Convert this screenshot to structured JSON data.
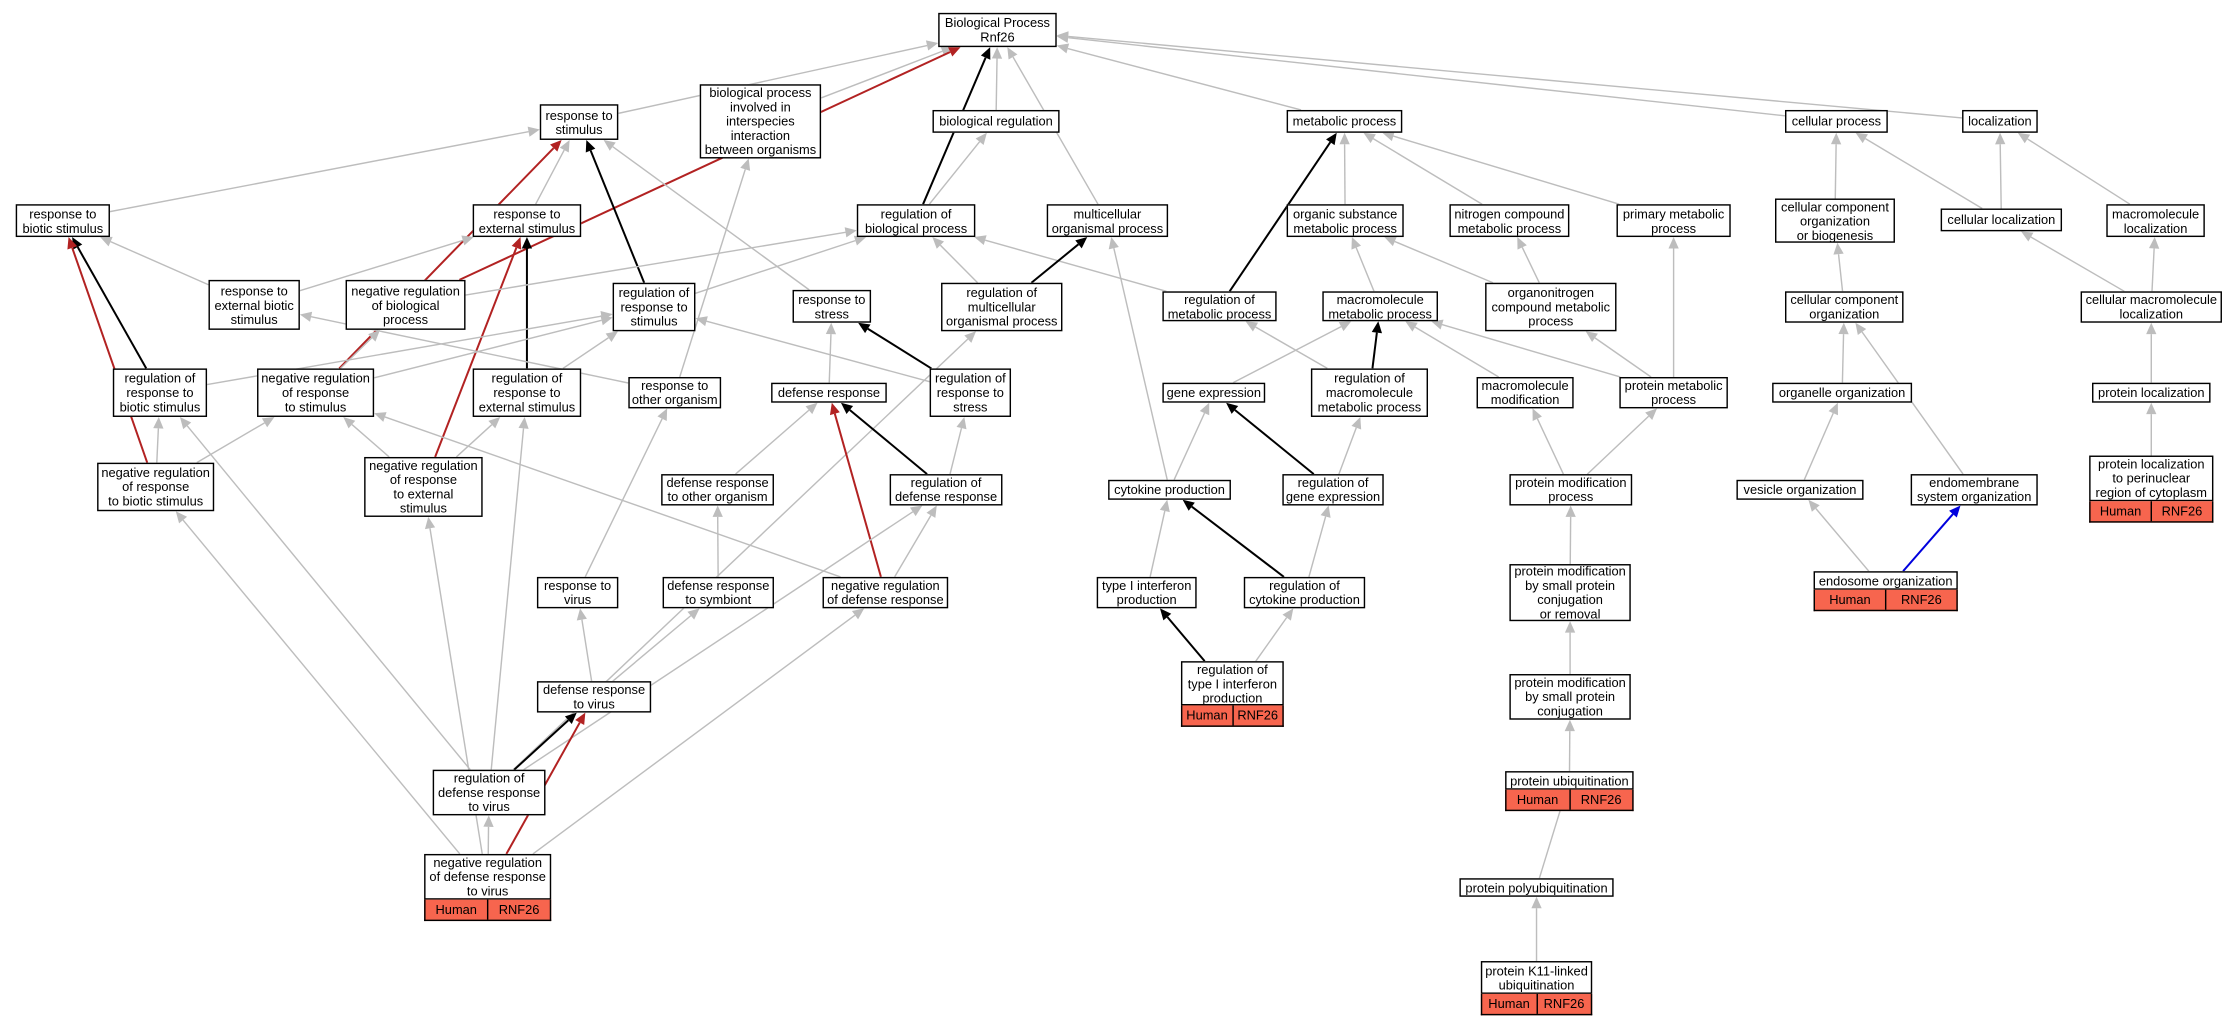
{
  "colors": {
    "edge_gray": "#bdbdbd",
    "edge_black": "#000000",
    "edge_red": "#b22222",
    "edge_blue": "#0000dd",
    "annotation_fill": "#f7654e"
  },
  "nodes": [
    {
      "id": "bp",
      "lines": [
        "Biological Process",
        "Rnf26"
      ]
    },
    {
      "id": "rts",
      "lines": [
        "response to",
        "stimulus"
      ]
    },
    {
      "id": "bpii",
      "lines": [
        "biological process",
        "involved in",
        "interspecies",
        "interaction",
        "between organisms"
      ]
    },
    {
      "id": "breg",
      "lines": [
        "biological regulation"
      ]
    },
    {
      "id": "metab",
      "lines": [
        "metabolic process"
      ]
    },
    {
      "id": "cellp",
      "lines": [
        "cellular process"
      ]
    },
    {
      "id": "loc",
      "lines": [
        "localization"
      ]
    },
    {
      "id": "rtbs",
      "lines": [
        "response to",
        "biotic stimulus"
      ]
    },
    {
      "id": "rtes",
      "lines": [
        "response to",
        "external stimulus"
      ]
    },
    {
      "id": "rbp",
      "lines": [
        "regulation of",
        "biological process"
      ]
    },
    {
      "id": "mop",
      "lines": [
        "multicellular",
        "organismal process"
      ]
    },
    {
      "id": "osmp",
      "lines": [
        "organic substance",
        "metabolic process"
      ]
    },
    {
      "id": "ncmp",
      "lines": [
        "nitrogen compound",
        "metabolic process"
      ]
    },
    {
      "id": "pmp",
      "lines": [
        "primary metabolic",
        "process"
      ]
    },
    {
      "id": "ccob",
      "lines": [
        "cellular component",
        "organization",
        "or biogenesis"
      ]
    },
    {
      "id": "cloc",
      "lines": [
        "cellular localization"
      ]
    },
    {
      "id": "mloc",
      "lines": [
        "macromolecule",
        "localization"
      ]
    },
    {
      "id": "rtebs",
      "lines": [
        "response to",
        "external biotic",
        "stimulus"
      ]
    },
    {
      "id": "nrbp",
      "lines": [
        "negative regulation",
        "of biological",
        "process"
      ]
    },
    {
      "id": "rrts",
      "lines": [
        "regulation of",
        "response to",
        "stimulus"
      ]
    },
    {
      "id": "rtstr",
      "lines": [
        "response to",
        "stress"
      ]
    },
    {
      "id": "rmop",
      "lines": [
        "regulation of",
        "multicellular",
        "organismal process"
      ]
    },
    {
      "id": "rmp",
      "lines": [
        "regulation of",
        "metabolic process"
      ]
    },
    {
      "id": "mmp",
      "lines": [
        "macromolecule",
        "metabolic process"
      ]
    },
    {
      "id": "oncmp",
      "lines": [
        "organonitrogen",
        "compound metabolic",
        "process"
      ]
    },
    {
      "id": "cco",
      "lines": [
        "cellular component",
        "organization"
      ]
    },
    {
      "id": "cmloc",
      "lines": [
        "cellular macromolecule",
        "localization"
      ]
    },
    {
      "id": "rrtbs",
      "lines": [
        "regulation of",
        "response to",
        "biotic stimulus"
      ]
    },
    {
      "id": "nrrts",
      "lines": [
        "negative regulation",
        "of response",
        "to stimulus"
      ]
    },
    {
      "id": "rrtes",
      "lines": [
        "regulation of",
        "response to",
        "external stimulus"
      ]
    },
    {
      "id": "rtoo",
      "lines": [
        "response to",
        "other organism"
      ]
    },
    {
      "id": "defr",
      "lines": [
        "defense response"
      ]
    },
    {
      "id": "rrtstr",
      "lines": [
        "regulation of",
        "response to",
        "stress"
      ]
    },
    {
      "id": "gexp",
      "lines": [
        "gene expression"
      ]
    },
    {
      "id": "rmmp",
      "lines": [
        "regulation of",
        "macromolecule",
        "metabolic process"
      ]
    },
    {
      "id": "mmod",
      "lines": [
        "macromolecule",
        "modification"
      ]
    },
    {
      "id": "protmp",
      "lines": [
        "protein metabolic",
        "process"
      ]
    },
    {
      "id": "oorg",
      "lines": [
        "organelle organization"
      ]
    },
    {
      "id": "ploc",
      "lines": [
        "protein localization"
      ]
    },
    {
      "id": "nrrtbs",
      "lines": [
        "negative regulation",
        "of response",
        "to biotic stimulus"
      ]
    },
    {
      "id": "nrrtes",
      "lines": [
        "negative regulation",
        "of response",
        "to external",
        "stimulus"
      ]
    },
    {
      "id": "drtoo",
      "lines": [
        "defense response",
        "to other organism"
      ]
    },
    {
      "id": "rdefr",
      "lines": [
        "regulation of",
        "defense response"
      ]
    },
    {
      "id": "cytp",
      "lines": [
        "cytokine production"
      ]
    },
    {
      "id": "rgexp",
      "lines": [
        "regulation of",
        "gene expression"
      ]
    },
    {
      "id": "pmod",
      "lines": [
        "protein modification",
        "process"
      ]
    },
    {
      "id": "vorg",
      "lines": [
        "vesicle organization"
      ]
    },
    {
      "id": "eso",
      "lines": [
        "endomembrane",
        "system organization"
      ]
    },
    {
      "id": "plpn",
      "lines": [
        "protein localization",
        "to perinuclear",
        "region of cytoplasm"
      ],
      "annot": [
        "Human",
        "RNF26"
      ]
    },
    {
      "id": "rtv",
      "lines": [
        "response to",
        "virus"
      ]
    },
    {
      "id": "drts",
      "lines": [
        "defense response",
        "to symbiont"
      ]
    },
    {
      "id": "nrdefr",
      "lines": [
        "negative regulation",
        "of defense response"
      ]
    },
    {
      "id": "t1ip",
      "lines": [
        "type I interferon",
        "production"
      ]
    },
    {
      "id": "rcytp",
      "lines": [
        "regulation of",
        "cytokine production"
      ]
    },
    {
      "id": "pmsp",
      "lines": [
        "protein modification",
        "by small protein",
        "conjugation",
        "or removal"
      ]
    },
    {
      "id": "endo",
      "lines": [
        "endosome organization"
      ],
      "annot": [
        "Human",
        "RNF26"
      ]
    },
    {
      "id": "rt1ip",
      "lines": [
        "regulation of",
        "type I interferon",
        "production"
      ],
      "annot": [
        "Human",
        "RNF26"
      ]
    },
    {
      "id": "drtv",
      "lines": [
        "defense response",
        "to virus"
      ]
    },
    {
      "id": "pmspc",
      "lines": [
        "protein modification",
        "by small protein",
        "conjugation"
      ]
    },
    {
      "id": "rdrtv",
      "lines": [
        "regulation of",
        "defense response",
        "to virus"
      ]
    },
    {
      "id": "pubq",
      "lines": [
        "protein ubiquitination"
      ],
      "annot": [
        "Human",
        "RNF26"
      ]
    },
    {
      "id": "nrdrtv",
      "lines": [
        "negative regulation",
        "of defense response",
        "to virus"
      ],
      "annot": [
        "Human",
        "RNF26"
      ]
    },
    {
      "id": "ppubq",
      "lines": [
        "protein polyubiquitination"
      ]
    },
    {
      "id": "k11",
      "lines": [
        "protein K11-linked",
        "ubiquitination"
      ],
      "annot": [
        "Human",
        "RNF26"
      ]
    }
  ],
  "edges": [
    {
      "from": "rts",
      "to": "bp",
      "color": "gray"
    },
    {
      "from": "bpii",
      "to": "bp",
      "color": "gray"
    },
    {
      "from": "breg",
      "to": "bp",
      "color": "gray"
    },
    {
      "from": "metab",
      "to": "bp",
      "color": "gray"
    },
    {
      "from": "cellp",
      "to": "bp",
      "color": "gray"
    },
    {
      "from": "loc",
      "to": "bp",
      "color": "gray"
    },
    {
      "from": "rbp",
      "to": "bp",
      "color": "black"
    },
    {
      "from": "mop",
      "to": "bp",
      "color": "gray"
    },
    {
      "from": "nrbp",
      "to": "bp",
      "color": "red"
    },
    {
      "from": "rtbs",
      "to": "rts",
      "color": "gray"
    },
    {
      "from": "rtes",
      "to": "rts",
      "color": "gray"
    },
    {
      "from": "rrts",
      "to": "rts",
      "color": "black"
    },
    {
      "from": "rtstr",
      "to": "rts",
      "color": "gray"
    },
    {
      "from": "nrrts",
      "to": "rts",
      "color": "red"
    },
    {
      "from": "rbp",
      "to": "breg",
      "color": "gray"
    },
    {
      "from": "rtebs",
      "to": "rtbs",
      "color": "gray"
    },
    {
      "from": "rrtbs",
      "to": "rtbs",
      "color": "black"
    },
    {
      "from": "nrrtbs",
      "to": "rtbs",
      "color": "red"
    },
    {
      "from": "rtebs",
      "to": "rtes",
      "color": "gray"
    },
    {
      "from": "rrtes",
      "to": "rtes",
      "color": "black"
    },
    {
      "from": "nrrtes",
      "to": "rtes",
      "color": "red"
    },
    {
      "from": "nrbp",
      "to": "rbp",
      "color": "gray"
    },
    {
      "from": "rrts",
      "to": "rbp",
      "color": "gray"
    },
    {
      "from": "rmop",
      "to": "rbp",
      "color": "gray"
    },
    {
      "from": "rmp",
      "to": "rbp",
      "color": "gray"
    },
    {
      "from": "rmop",
      "to": "mop",
      "color": "black"
    },
    {
      "from": "cytp",
      "to": "mop",
      "color": "gray"
    },
    {
      "from": "osmp",
      "to": "metab",
      "color": "gray"
    },
    {
      "from": "ncmp",
      "to": "metab",
      "color": "gray"
    },
    {
      "from": "pmp",
      "to": "metab",
      "color": "gray"
    },
    {
      "from": "rmp",
      "to": "metab",
      "color": "black"
    },
    {
      "from": "mmp",
      "to": "osmp",
      "color": "gray"
    },
    {
      "from": "oncmp",
      "to": "osmp",
      "color": "gray"
    },
    {
      "from": "oncmp",
      "to": "ncmp",
      "color": "gray"
    },
    {
      "from": "protmp",
      "to": "pmp",
      "color": "gray"
    },
    {
      "from": "ccob",
      "to": "cellp",
      "color": "gray"
    },
    {
      "from": "cloc",
      "to": "cellp",
      "color": "gray"
    },
    {
      "from": "cloc",
      "to": "loc",
      "color": "gray"
    },
    {
      "from": "mloc",
      "to": "loc",
      "color": "gray"
    },
    {
      "from": "cco",
      "to": "ccob",
      "color": "gray"
    },
    {
      "from": "cmloc",
      "to": "cloc",
      "color": "gray"
    },
    {
      "from": "cmloc",
      "to": "mloc",
      "color": "gray"
    },
    {
      "from": "rtoo",
      "to": "rtebs",
      "color": "gray"
    },
    {
      "from": "rtoo",
      "to": "bpii",
      "color": "gray"
    },
    {
      "from": "nrrts",
      "to": "nrbp",
      "color": "gray"
    },
    {
      "from": "rrtbs",
      "to": "rrts",
      "color": "gray"
    },
    {
      "from": "nrrts",
      "to": "rrts",
      "color": "gray"
    },
    {
      "from": "rrtes",
      "to": "rrts",
      "color": "gray"
    },
    {
      "from": "rrtstr",
      "to": "rrts",
      "color": "gray"
    },
    {
      "from": "defr",
      "to": "rtstr",
      "color": "gray"
    },
    {
      "from": "rrtstr",
      "to": "rtstr",
      "color": "black"
    },
    {
      "from": "rdrtv",
      "to": "rmop",
      "color": "gray"
    },
    {
      "from": "rmmp",
      "to": "rmp",
      "color": "gray"
    },
    {
      "from": "gexp",
      "to": "mmp",
      "color": "gray"
    },
    {
      "from": "rmmp",
      "to": "mmp",
      "color": "black"
    },
    {
      "from": "mmod",
      "to": "mmp",
      "color": "gray"
    },
    {
      "from": "protmp",
      "to": "mmp",
      "color": "gray"
    },
    {
      "from": "protmp",
      "to": "oncmp",
      "color": "gray"
    },
    {
      "from": "oorg",
      "to": "cco",
      "color": "gray"
    },
    {
      "from": "eso",
      "to": "cco",
      "color": "gray"
    },
    {
      "from": "ploc",
      "to": "cmloc",
      "color": "gray"
    },
    {
      "from": "nrrtbs",
      "to": "rrtbs",
      "color": "gray"
    },
    {
      "from": "nrrtbs",
      "to": "nrrts",
      "color": "gray"
    },
    {
      "from": "nrrtes",
      "to": "nrrts",
      "color": "gray"
    },
    {
      "from": "nrrtes",
      "to": "rrtes",
      "color": "gray"
    },
    {
      "from": "rtv",
      "to": "rtoo",
      "color": "gray"
    },
    {
      "from": "drtoo",
      "to": "defr",
      "color": "gray"
    },
    {
      "from": "rdefr",
      "to": "defr",
      "color": "black"
    },
    {
      "from": "nrdefr",
      "to": "defr",
      "color": "red"
    },
    {
      "from": "rdefr",
      "to": "rrtstr",
      "color": "gray"
    },
    {
      "from": "cytp",
      "to": "gexp",
      "color": "gray"
    },
    {
      "from": "rgexp",
      "to": "gexp",
      "color": "black"
    },
    {
      "from": "rgexp",
      "to": "rmmp",
      "color": "gray"
    },
    {
      "from": "pmod",
      "to": "mmod",
      "color": "gray"
    },
    {
      "from": "pmod",
      "to": "protmp",
      "color": "gray"
    },
    {
      "from": "vorg",
      "to": "oorg",
      "color": "gray"
    },
    {
      "from": "plpn",
      "to": "ploc",
      "color": "gray"
    },
    {
      "from": "drts",
      "to": "drtoo",
      "color": "gray"
    },
    {
      "from": "nrdefr",
      "to": "rdefr",
      "color": "gray"
    },
    {
      "from": "nrdefr",
      "to": "nrrts",
      "color": "gray"
    },
    {
      "from": "t1ip",
      "to": "cytp",
      "color": "gray"
    },
    {
      "from": "rcytp",
      "to": "cytp",
      "color": "black"
    },
    {
      "from": "rcytp",
      "to": "rgexp",
      "color": "gray"
    },
    {
      "from": "pmsp",
      "to": "pmod",
      "color": "gray"
    },
    {
      "from": "endo",
      "to": "vorg",
      "color": "gray"
    },
    {
      "from": "endo",
      "to": "eso",
      "color": "blue"
    },
    {
      "from": "rt1ip",
      "to": "t1ip",
      "color": "black"
    },
    {
      "from": "rt1ip",
      "to": "rcytp",
      "color": "gray"
    },
    {
      "from": "drtv",
      "to": "rtv",
      "color": "gray"
    },
    {
      "from": "drtv",
      "to": "drts",
      "color": "gray"
    },
    {
      "from": "pmspc",
      "to": "pmsp",
      "color": "gray"
    },
    {
      "from": "rdrtv",
      "to": "drtv",
      "color": "black"
    },
    {
      "from": "rdrtv",
      "to": "rrtes",
      "color": "gray"
    },
    {
      "from": "rdrtv",
      "to": "rrtbs",
      "color": "gray"
    },
    {
      "from": "rdrtv",
      "to": "rdefr",
      "color": "gray"
    },
    {
      "from": "pubq",
      "to": "pmspc",
      "color": "gray"
    },
    {
      "from": "nrdrtv",
      "to": "drtv",
      "color": "red"
    },
    {
      "from": "nrdrtv",
      "to": "rdrtv",
      "color": "gray"
    },
    {
      "from": "nrdrtv",
      "to": "nrrtbs",
      "color": "gray"
    },
    {
      "from": "nrdrtv",
      "to": "nrrtes",
      "color": "gray"
    },
    {
      "from": "nrdrtv",
      "to": "nrdefr",
      "color": "gray"
    },
    {
      "from": "ppubq",
      "to": "pubq",
      "color": "gray"
    },
    {
      "from": "k11",
      "to": "ppubq",
      "color": "gray"
    }
  ]
}
